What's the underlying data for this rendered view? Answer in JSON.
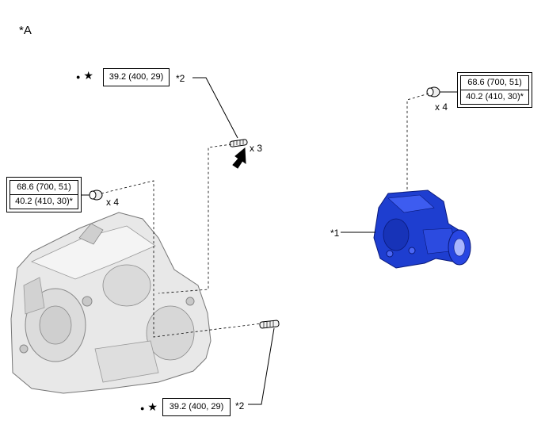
{
  "view_label": "*A",
  "callouts": {
    "transfer_assembly": "*1",
    "stud_bolt_top": "*2",
    "stud_bolt_bottom": "*2"
  },
  "quantities": {
    "stud_bolt_top": "x 3",
    "nut_left": "x 4",
    "nut_right": "x 4"
  },
  "torque": {
    "stud_top": "39.2 (400, 29)",
    "stud_bottom": "39.2 (400, 29)",
    "nut_left": [
      "68.6 (700, 51)",
      "40.2 (410, 30)*"
    ],
    "nut_right": [
      "68.6 (700, 51)",
      "40.2 (410, 30)*"
    ]
  },
  "symbols": {
    "bullet": "●",
    "star": "★"
  },
  "colors": {
    "transaxle_body": "#e6e6e6",
    "transfer_body": "#1e3ed0",
    "line": "#000000"
  }
}
